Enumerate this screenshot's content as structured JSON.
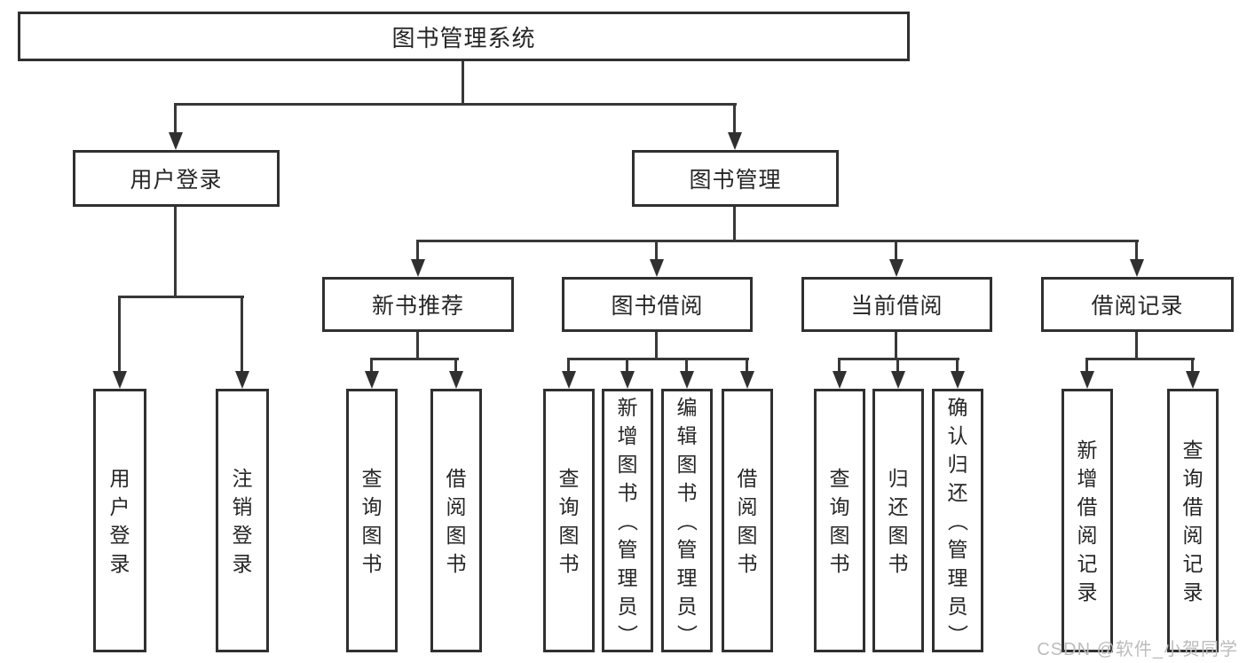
{
  "diagram": {
    "root": {
      "label": "图书管理系统"
    },
    "level1": [
      {
        "label": "用户登录",
        "children": [
          {
            "label": "用户登录"
          },
          {
            "label": "注销登录"
          }
        ]
      },
      {
        "label": "图书管理",
        "children": [
          {
            "label": "新书推荐",
            "children": [
              {
                "label": "查询图书"
              },
              {
                "label": "借阅图书"
              }
            ]
          },
          {
            "label": "图书借阅",
            "children": [
              {
                "label": "查询图书"
              },
              {
                "label": "新增图书（管理员）"
              },
              {
                "label": "编辑图书（管理员）"
              },
              {
                "label": "借阅图书"
              }
            ]
          },
          {
            "label": "当前借阅",
            "children": [
              {
                "label": "查询图书"
              },
              {
                "label": "归还图书"
              },
              {
                "label": "确认归还（管理员）"
              }
            ]
          },
          {
            "label": "借阅记录",
            "children": [
              {
                "label": "新增借阅记录"
              },
              {
                "label": "查询借阅记录"
              }
            ]
          }
        ]
      }
    ]
  },
  "colors": {
    "line": "#383838",
    "box_border": "#303030",
    "text": "#262626",
    "watermark": "#bcbcbc"
  },
  "watermark": {
    "text": "CSDN @软件_小贺同学"
  }
}
